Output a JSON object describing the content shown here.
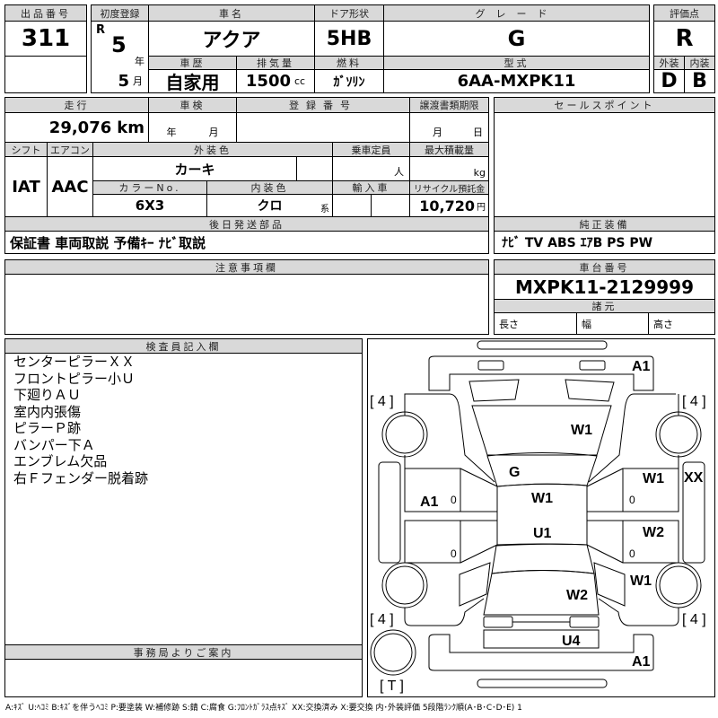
{
  "lot": {
    "label": "出品番号",
    "value": "311"
  },
  "first_reg": {
    "label": "初度登録",
    "era": "R",
    "year": "5",
    "year_unit": "年",
    "month": "5",
    "month_unit": "月"
  },
  "car_name": {
    "label": "車名",
    "value": "アクア"
  },
  "door": {
    "label": "ドア形状",
    "value": "5HB"
  },
  "grade": {
    "label": "グレード",
    "value": "G"
  },
  "history": {
    "label": "車歴",
    "value": "自家用"
  },
  "displacement": {
    "label": "排気量",
    "value": "1500",
    "unit": "cc"
  },
  "fuel": {
    "label": "燃料",
    "value": "ｶﾞｿﾘﾝ"
  },
  "model": {
    "label": "型式",
    "value": "6AA-MXPK11"
  },
  "score": {
    "label": "評価点",
    "value": "R",
    "ext_label": "外装",
    "int_label": "内装",
    "ext": "D",
    "int": "B"
  },
  "mileage": {
    "label": "走行",
    "value": "29,076",
    "unit": "km"
  },
  "inspection": {
    "label": "車検",
    "year_unit": "年",
    "month_unit": "月"
  },
  "reg_no": {
    "label": "登録番号"
  },
  "transfer": {
    "label": "譲渡書類期限",
    "month_unit": "月",
    "day_unit": "日"
  },
  "shift": {
    "label": "シフト",
    "value": "IAT"
  },
  "ac": {
    "label": "エアコン",
    "value": "AAC"
  },
  "ext_color": {
    "label": "外装色",
    "value": "カーキ"
  },
  "capacity": {
    "label": "乗車定員",
    "unit": "人"
  },
  "max_load": {
    "label": "最大積載量",
    "unit": "kg"
  },
  "color_no": {
    "label": "カラーNo.",
    "value": "6X3"
  },
  "int_color": {
    "label": "内装色",
    "value": "クロ",
    "unit": "系"
  },
  "import": {
    "label": "輸入車"
  },
  "recycle": {
    "label": "リサイクル預託金",
    "value": "10,720",
    "unit": "円"
  },
  "parts": {
    "label": "後日発送部品",
    "value": "保証書 車両取説 予備ｷｰ ﾅﾋﾞ取説"
  },
  "sales_point": {
    "label": "セールスポイント"
  },
  "equipment": {
    "label": "純正装備",
    "value": "ﾅﾋﾞ TV ABS ｴｱB PS PW"
  },
  "caution": {
    "label": "注意事項欄"
  },
  "chassis": {
    "label": "車台番号",
    "value": "MXPK11-2129999"
  },
  "specs": {
    "label": "諸元",
    "length": "長さ",
    "width": "幅",
    "height": "高さ"
  },
  "inspector": {
    "label": "検査員記入欄",
    "notes": [
      "センターピラーＸＸ",
      "フロントピラー小Ｕ",
      "下廻りＡＵ",
      "室内内張傷",
      "ピラーＰ跡",
      "バンパー下Ａ",
      "エンブレム欠品",
      "右Ｆフェンダー脱着跡"
    ]
  },
  "office": {
    "label": "事務局よりご案内"
  },
  "diagram": {
    "marks": [
      "A1",
      "[ 4 ]",
      "[ 4 ]",
      "W1",
      "G",
      "W1",
      "U1",
      "A1",
      "0",
      "0",
      "0",
      "0",
      "W1",
      "XX",
      "W2",
      "W1",
      "[ 4 ]",
      "[ 4 ]",
      "W2",
      "U4",
      "A1",
      "[ T ]"
    ]
  },
  "legend": "A:ｷｽﾞ U:ﾍｺﾐ B:ｷｽﾞを伴うﾍｺﾐ P:要塗装 W:補修跡 S:錆 C:腐食 G:ﾌﾛﾝﾄｶﾞﾗｽ点ｷｽﾞ XX:交換済み X:要交換 内･外装評価 5段階ﾗﾝｸ順(A･B･C･D･E) 1"
}
